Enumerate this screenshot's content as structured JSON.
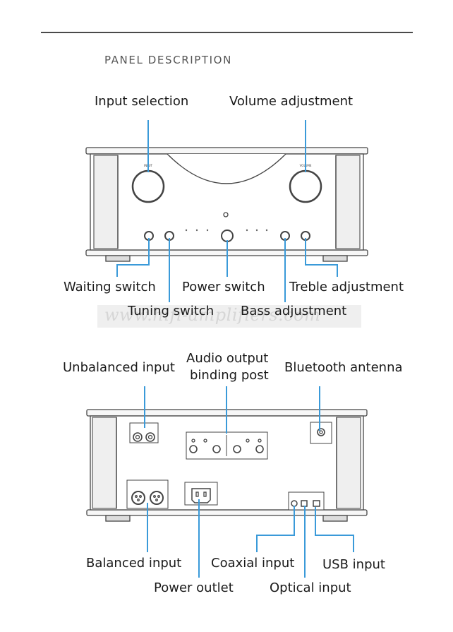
{
  "heading": "PANEL DESCRIPTION",
  "watermark": "www.hifi-amplifiers.com",
  "front_panel": {
    "labels": {
      "input_selection": "Input selection",
      "volume_adjustment": "Volume adjustment",
      "waiting_switch": "Waiting switch",
      "power_switch": "Power switch",
      "treble_adjustment": "Treble adjustment",
      "tuning_switch": "Tuning switch",
      "bass_adjustment": "Bass adjustment"
    }
  },
  "rear_panel": {
    "labels": {
      "unbalanced_input": "Unbalanced input",
      "audio_output_line1": "Audio output",
      "audio_output_line2": "binding post",
      "bluetooth_antenna": "Bluetooth antenna",
      "balanced_input": "Balanced input",
      "coaxial_input": "Coaxial input",
      "usb_input": "USB input",
      "power_outlet": "Power outlet",
      "optical_input": "Optical input"
    }
  },
  "colors": {
    "callout_line": "#3a9ad9",
    "panel_stroke": "#444444",
    "text": "#1a1a1a"
  }
}
